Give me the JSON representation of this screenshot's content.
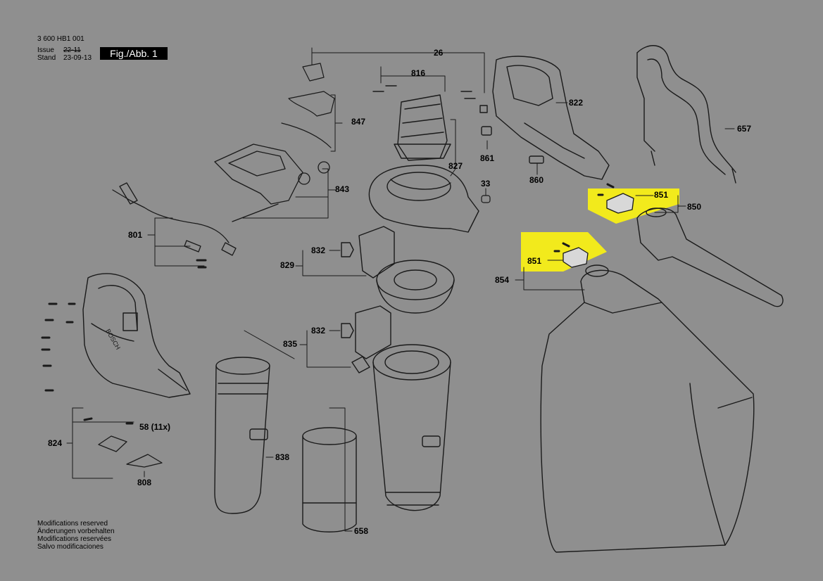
{
  "header": {
    "doc_number": "3 600 HB1 001",
    "issue_label": "Issue",
    "issue_value": "22-11",
    "stand_label": "Stand",
    "stand_value": "23-09-13",
    "figure": "Fig./Abb. 1"
  },
  "parts": {
    "p26": "26",
    "p816": "816",
    "p822": "822",
    "p847": "847",
    "p657": "657",
    "p861": "861",
    "p827": "827",
    "p860": "860",
    "p843": "843",
    "p33": "33",
    "p851a": "851",
    "p850": "850",
    "p801": "801",
    "p832a": "832",
    "p829": "829",
    "p851b": "851",
    "p854": "854",
    "p832b": "832",
    "p835": "835",
    "p58": "58 (11x)",
    "p824": "824",
    "p838": "838",
    "p808": "808",
    "p658": "658"
  },
  "highlight_color": "#f2ea1c",
  "footer": {
    "line1": "Modifications reserved",
    "line2": "Änderungen vorbehalten",
    "line3": "Modifications reservées",
    "line4": "Salvo modificaciones"
  }
}
